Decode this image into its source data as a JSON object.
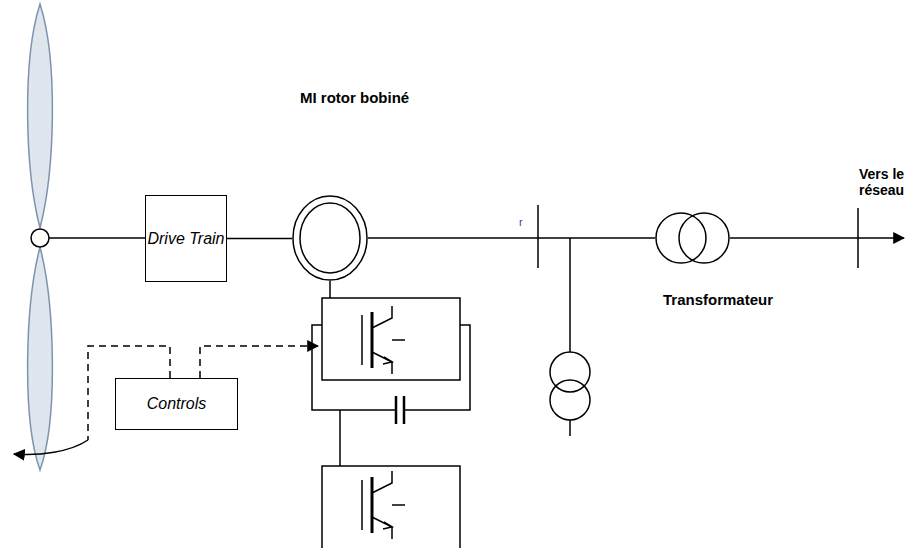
{
  "diagram": {
    "nodes": [
      {
        "text": [
          "Drive Train"
        ]
      },
      {
        "text": [
          "MI rotor bobiné"
        ]
      },
      {
        "text": [
          "Transformateur"
        ]
      },
      {
        "text": [
          "Controls"
        ]
      }
    ],
    "edges": [
      {
        "from": 0,
        "to": 1,
        "arrow": "none"
      },
      {
        "from": 1,
        "to": 2,
        "arrow": "none"
      }
    ],
    "labels": [
      "r",
      "Vers le réseau"
    ]
  }
}
